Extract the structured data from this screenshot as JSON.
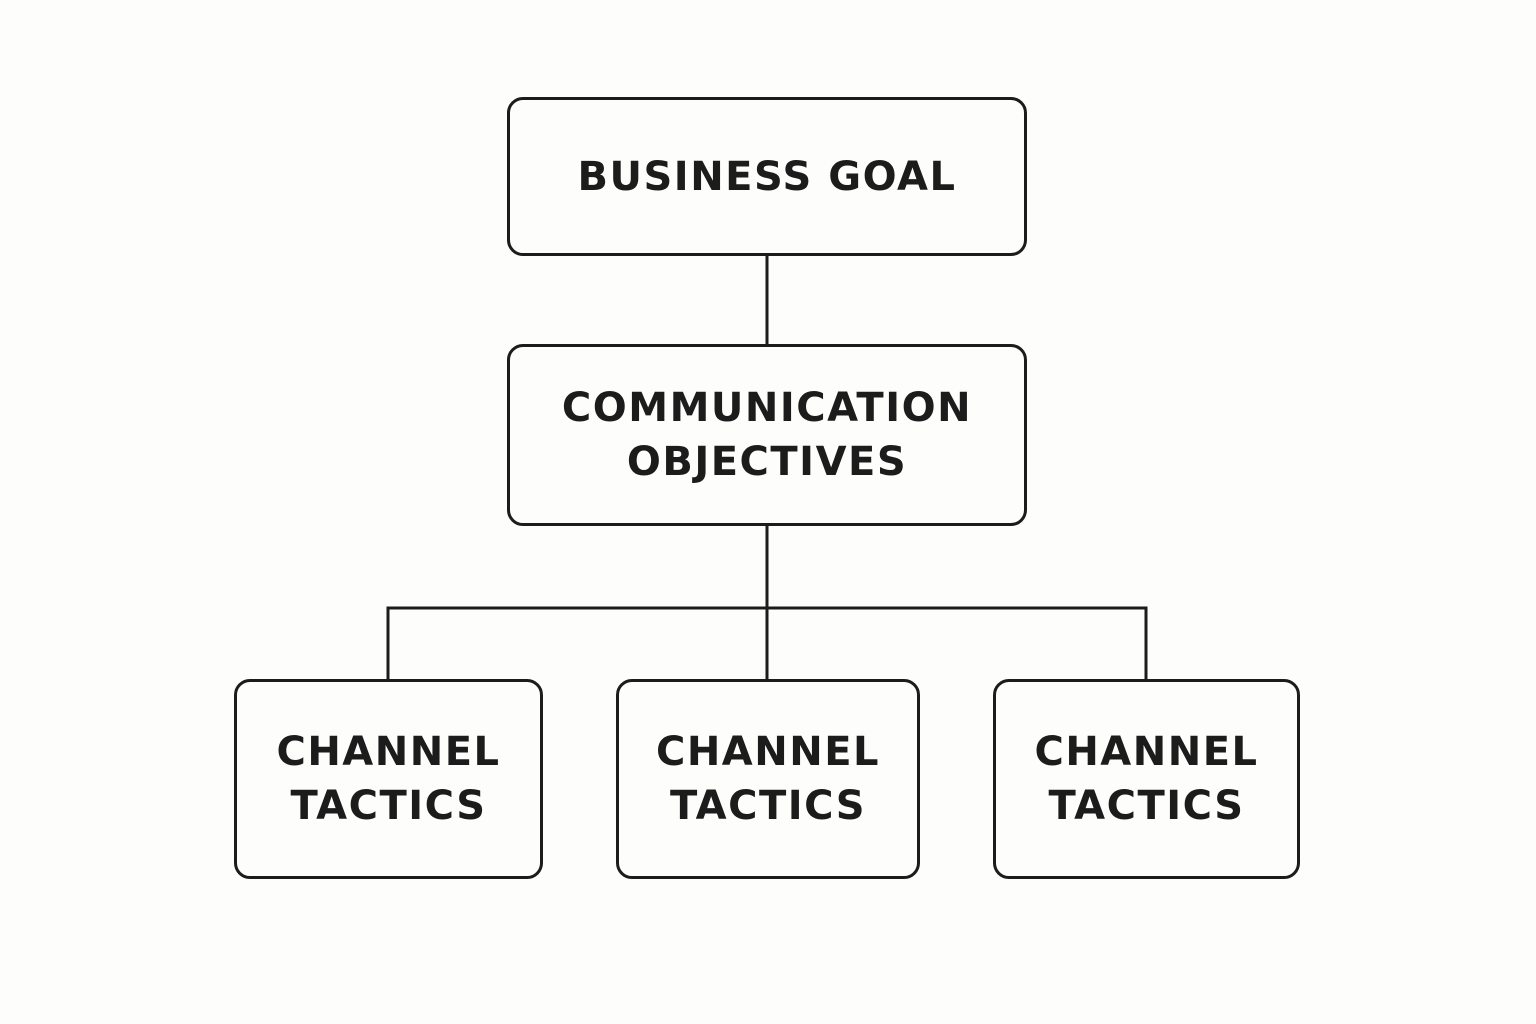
{
  "diagram": {
    "root": {
      "lines": [
        "BUSINESS GOAL"
      ]
    },
    "middle": {
      "lines": [
        "COMMUNICATION",
        "OBJECTIVES"
      ]
    },
    "leaves": [
      {
        "lines": [
          "CHANNEL",
          "TACTICS"
        ]
      },
      {
        "lines": [
          "CHANNEL",
          "TACTICS"
        ]
      },
      {
        "lines": [
          "CHANNEL",
          "TACTICS"
        ]
      }
    ]
  },
  "colors": {
    "stroke": "#1c1c1c",
    "background": "#fdfdfc"
  }
}
